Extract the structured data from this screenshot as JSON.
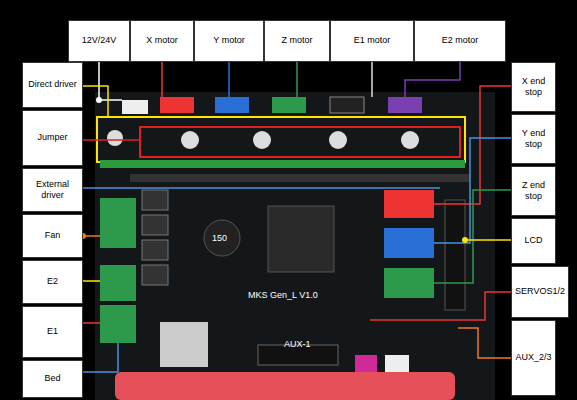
{
  "diagram": {
    "nodes": [
      {
        "text": [
          "12V/24V"
        ]
      },
      {
        "text": [
          "X motor"
        ]
      },
      {
        "text": [
          "Y  motor"
        ]
      },
      {
        "text": [
          "Z  motor"
        ]
      },
      {
        "text": [
          "E1 motor"
        ]
      },
      {
        "text": [
          "E2 motor"
        ]
      },
      {
        "text": [
          "Direct driver"
        ]
      },
      {
        "text": [
          "X end stop"
        ]
      },
      {
        "text": [
          "Jumper"
        ]
      },
      {
        "text": [
          "Y end stop"
        ]
      },
      {
        "text": [
          "External driver"
        ]
      },
      {
        "text": [
          "Z end stop"
        ]
      },
      {
        "text": [
          "Fan"
        ]
      },
      {
        "text": [
          "LCD"
        ]
      },
      {
        "text": [
          "E2"
        ]
      },
      {
        "text": [
          "SERVOS1/2"
        ]
      },
      {
        "text": [
          "E1"
        ]
      },
      {
        "text": [
          "AUX_2/3"
        ]
      },
      {
        "text": [
          "Bed"
        ]
      }
    ],
    "labels": [
      "150",
      "MKS  Gen_L V1.0",
      "AUX-1"
    ]
  }
}
